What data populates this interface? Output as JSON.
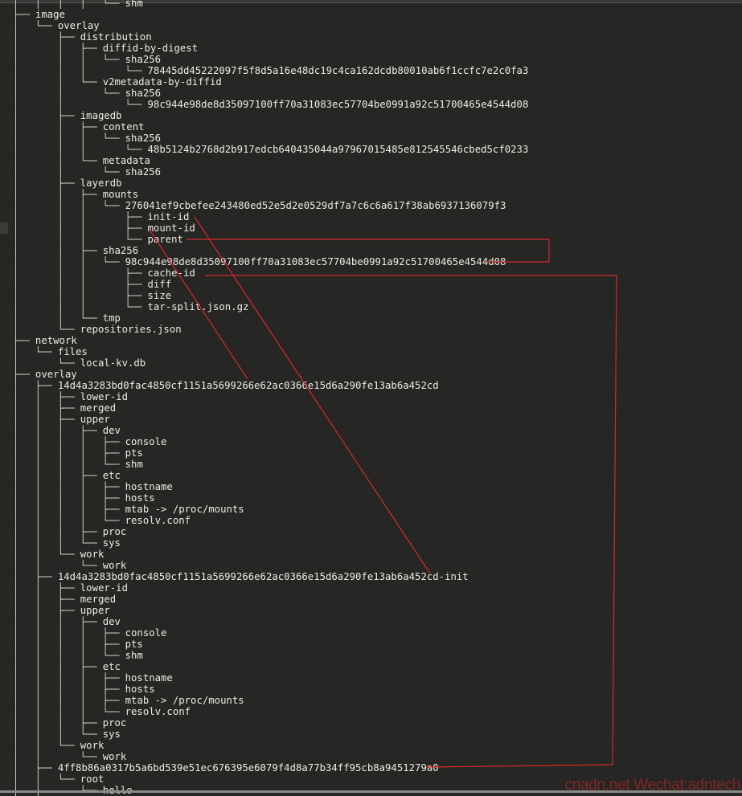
{
  "tree": [
    {
      "prefix": "│   │   │   │   └── ",
      "name": "shm"
    },
    {
      "prefix": "├── ",
      "name": "image"
    },
    {
      "prefix": "│   └── ",
      "name": "overlay"
    },
    {
      "prefix": "│       ├── ",
      "name": "distribution"
    },
    {
      "prefix": "│       │   ├── ",
      "name": "diffid-by-digest"
    },
    {
      "prefix": "│       │   │   └── ",
      "name": "sha256"
    },
    {
      "prefix": "│       │   │       └── ",
      "name": "78445dd45222097f5f8d5a16e48dc19c4ca162dcdb80010ab6f1ccfc7e2c0fa3"
    },
    {
      "prefix": "│       │   └── ",
      "name": "v2metadata-by-diffid"
    },
    {
      "prefix": "│       │       └── ",
      "name": "sha256"
    },
    {
      "prefix": "│       │           └── ",
      "name": "98c944e98de8d35097100ff70a31083ec57704be0991a92c51700465e4544d08"
    },
    {
      "prefix": "│       ├── ",
      "name": "imagedb"
    },
    {
      "prefix": "│       │   ├── ",
      "name": "content"
    },
    {
      "prefix": "│       │   │   └── ",
      "name": "sha256"
    },
    {
      "prefix": "│       │   │       └── ",
      "name": "48b5124b2768d2b917edcb640435044a97967015485e812545546cbed5cf0233"
    },
    {
      "prefix": "│       │   └── ",
      "name": "metadata"
    },
    {
      "prefix": "│       │       └── ",
      "name": "sha256"
    },
    {
      "prefix": "│       ├── ",
      "name": "layerdb"
    },
    {
      "prefix": "│       │   ├── ",
      "name": "mounts"
    },
    {
      "prefix": "│       │   │   └── ",
      "name": "276041ef9cbefee243480ed52e5d2e0529df7a7c6c6a617f38ab6937136079f3"
    },
    {
      "prefix": "│       │   │       ├── ",
      "name": "init-id"
    },
    {
      "prefix": "│       │   │       ├── ",
      "name": "mount-id"
    },
    {
      "prefix": "│       │   │       └── ",
      "name": "parent"
    },
    {
      "prefix": "│       │   ├── ",
      "name": "sha256"
    },
    {
      "prefix": "│       │   │   └── ",
      "name": "98c944e98de8d35097100ff70a31083ec57704be0991a92c51700465e4544d08"
    },
    {
      "prefix": "│       │   │       ├── ",
      "name": "cache-id"
    },
    {
      "prefix": "│       │   │       ├── ",
      "name": "diff"
    },
    {
      "prefix": "│       │   │       ├── ",
      "name": "size"
    },
    {
      "prefix": "│       │   │       └── ",
      "name": "tar-split.json.gz"
    },
    {
      "prefix": "│       │   └── ",
      "name": "tmp"
    },
    {
      "prefix": "│       └── ",
      "name": "repositories.json"
    },
    {
      "prefix": "├── ",
      "name": "network"
    },
    {
      "prefix": "│   └── ",
      "name": "files"
    },
    {
      "prefix": "│       └── ",
      "name": "local-kv.db"
    },
    {
      "prefix": "├── ",
      "name": "overlay"
    },
    {
      "prefix": "│   ├── ",
      "name": "14d4a3283bd0fac4850cf1151a5699266e62ac0366e15d6a290fe13ab6a452cd"
    },
    {
      "prefix": "│   │   ├── ",
      "name": "lower-id"
    },
    {
      "prefix": "│   │   ├── ",
      "name": "merged"
    },
    {
      "prefix": "│   │   ├── ",
      "name": "upper"
    },
    {
      "prefix": "│   │   │   ├── ",
      "name": "dev"
    },
    {
      "prefix": "│   │   │   │   ├── ",
      "name": "console"
    },
    {
      "prefix": "│   │   │   │   ├── ",
      "name": "pts"
    },
    {
      "prefix": "│   │   │   │   └── ",
      "name": "shm"
    },
    {
      "prefix": "│   │   │   ├── ",
      "name": "etc"
    },
    {
      "prefix": "│   │   │   │   ├── ",
      "name": "hostname"
    },
    {
      "prefix": "│   │   │   │   ├── ",
      "name": "hosts"
    },
    {
      "prefix": "│   │   │   │   ├── ",
      "name": "mtab -> /proc/mounts"
    },
    {
      "prefix": "│   │   │   │   └── ",
      "name": "resolv.conf"
    },
    {
      "prefix": "│   │   │   ├── ",
      "name": "proc"
    },
    {
      "prefix": "│   │   │   └── ",
      "name": "sys"
    },
    {
      "prefix": "│   │   └── ",
      "name": "work"
    },
    {
      "prefix": "│   │       └── ",
      "name": "work"
    },
    {
      "prefix": "│   ├── ",
      "name": "14d4a3283bd0fac4850cf1151a5699266e62ac0366e15d6a290fe13ab6a452cd-init"
    },
    {
      "prefix": "│   │   ├── ",
      "name": "lower-id"
    },
    {
      "prefix": "│   │   ├── ",
      "name": "merged"
    },
    {
      "prefix": "│   │   ├── ",
      "name": "upper"
    },
    {
      "prefix": "│   │   │   ├── ",
      "name": "dev"
    },
    {
      "prefix": "│   │   │   │   ├── ",
      "name": "console"
    },
    {
      "prefix": "│   │   │   │   ├── ",
      "name": "pts"
    },
    {
      "prefix": "│   │   │   │   └── ",
      "name": "shm"
    },
    {
      "prefix": "│   │   │   ├── ",
      "name": "etc"
    },
    {
      "prefix": "│   │   │   │   ├── ",
      "name": "hostname"
    },
    {
      "prefix": "│   │   │   │   ├── ",
      "name": "hosts"
    },
    {
      "prefix": "│   │   │   │   ├── ",
      "name": "mtab -> /proc/mounts"
    },
    {
      "prefix": "│   │   │   │   └── ",
      "name": "resolv.conf"
    },
    {
      "prefix": "│   │   │   ├── ",
      "name": "proc"
    },
    {
      "prefix": "│   │   │   └── ",
      "name": "sys"
    },
    {
      "prefix": "│   │   └── ",
      "name": "work"
    },
    {
      "prefix": "│   │       └── ",
      "name": "work"
    },
    {
      "prefix": "│   ├── ",
      "name": "4ff8b86a0317b5a6bd539e51ec676395e6079f4d8a77b34ff95cb8a9451279a0"
    },
    {
      "prefix": "│   │   └── ",
      "name": "root"
    },
    {
      "prefix": "│   │       └── ",
      "name": "hello"
    }
  ],
  "annotation_color": "#d42a2a",
  "watermark": "cnadn.net Wechat:adntech"
}
